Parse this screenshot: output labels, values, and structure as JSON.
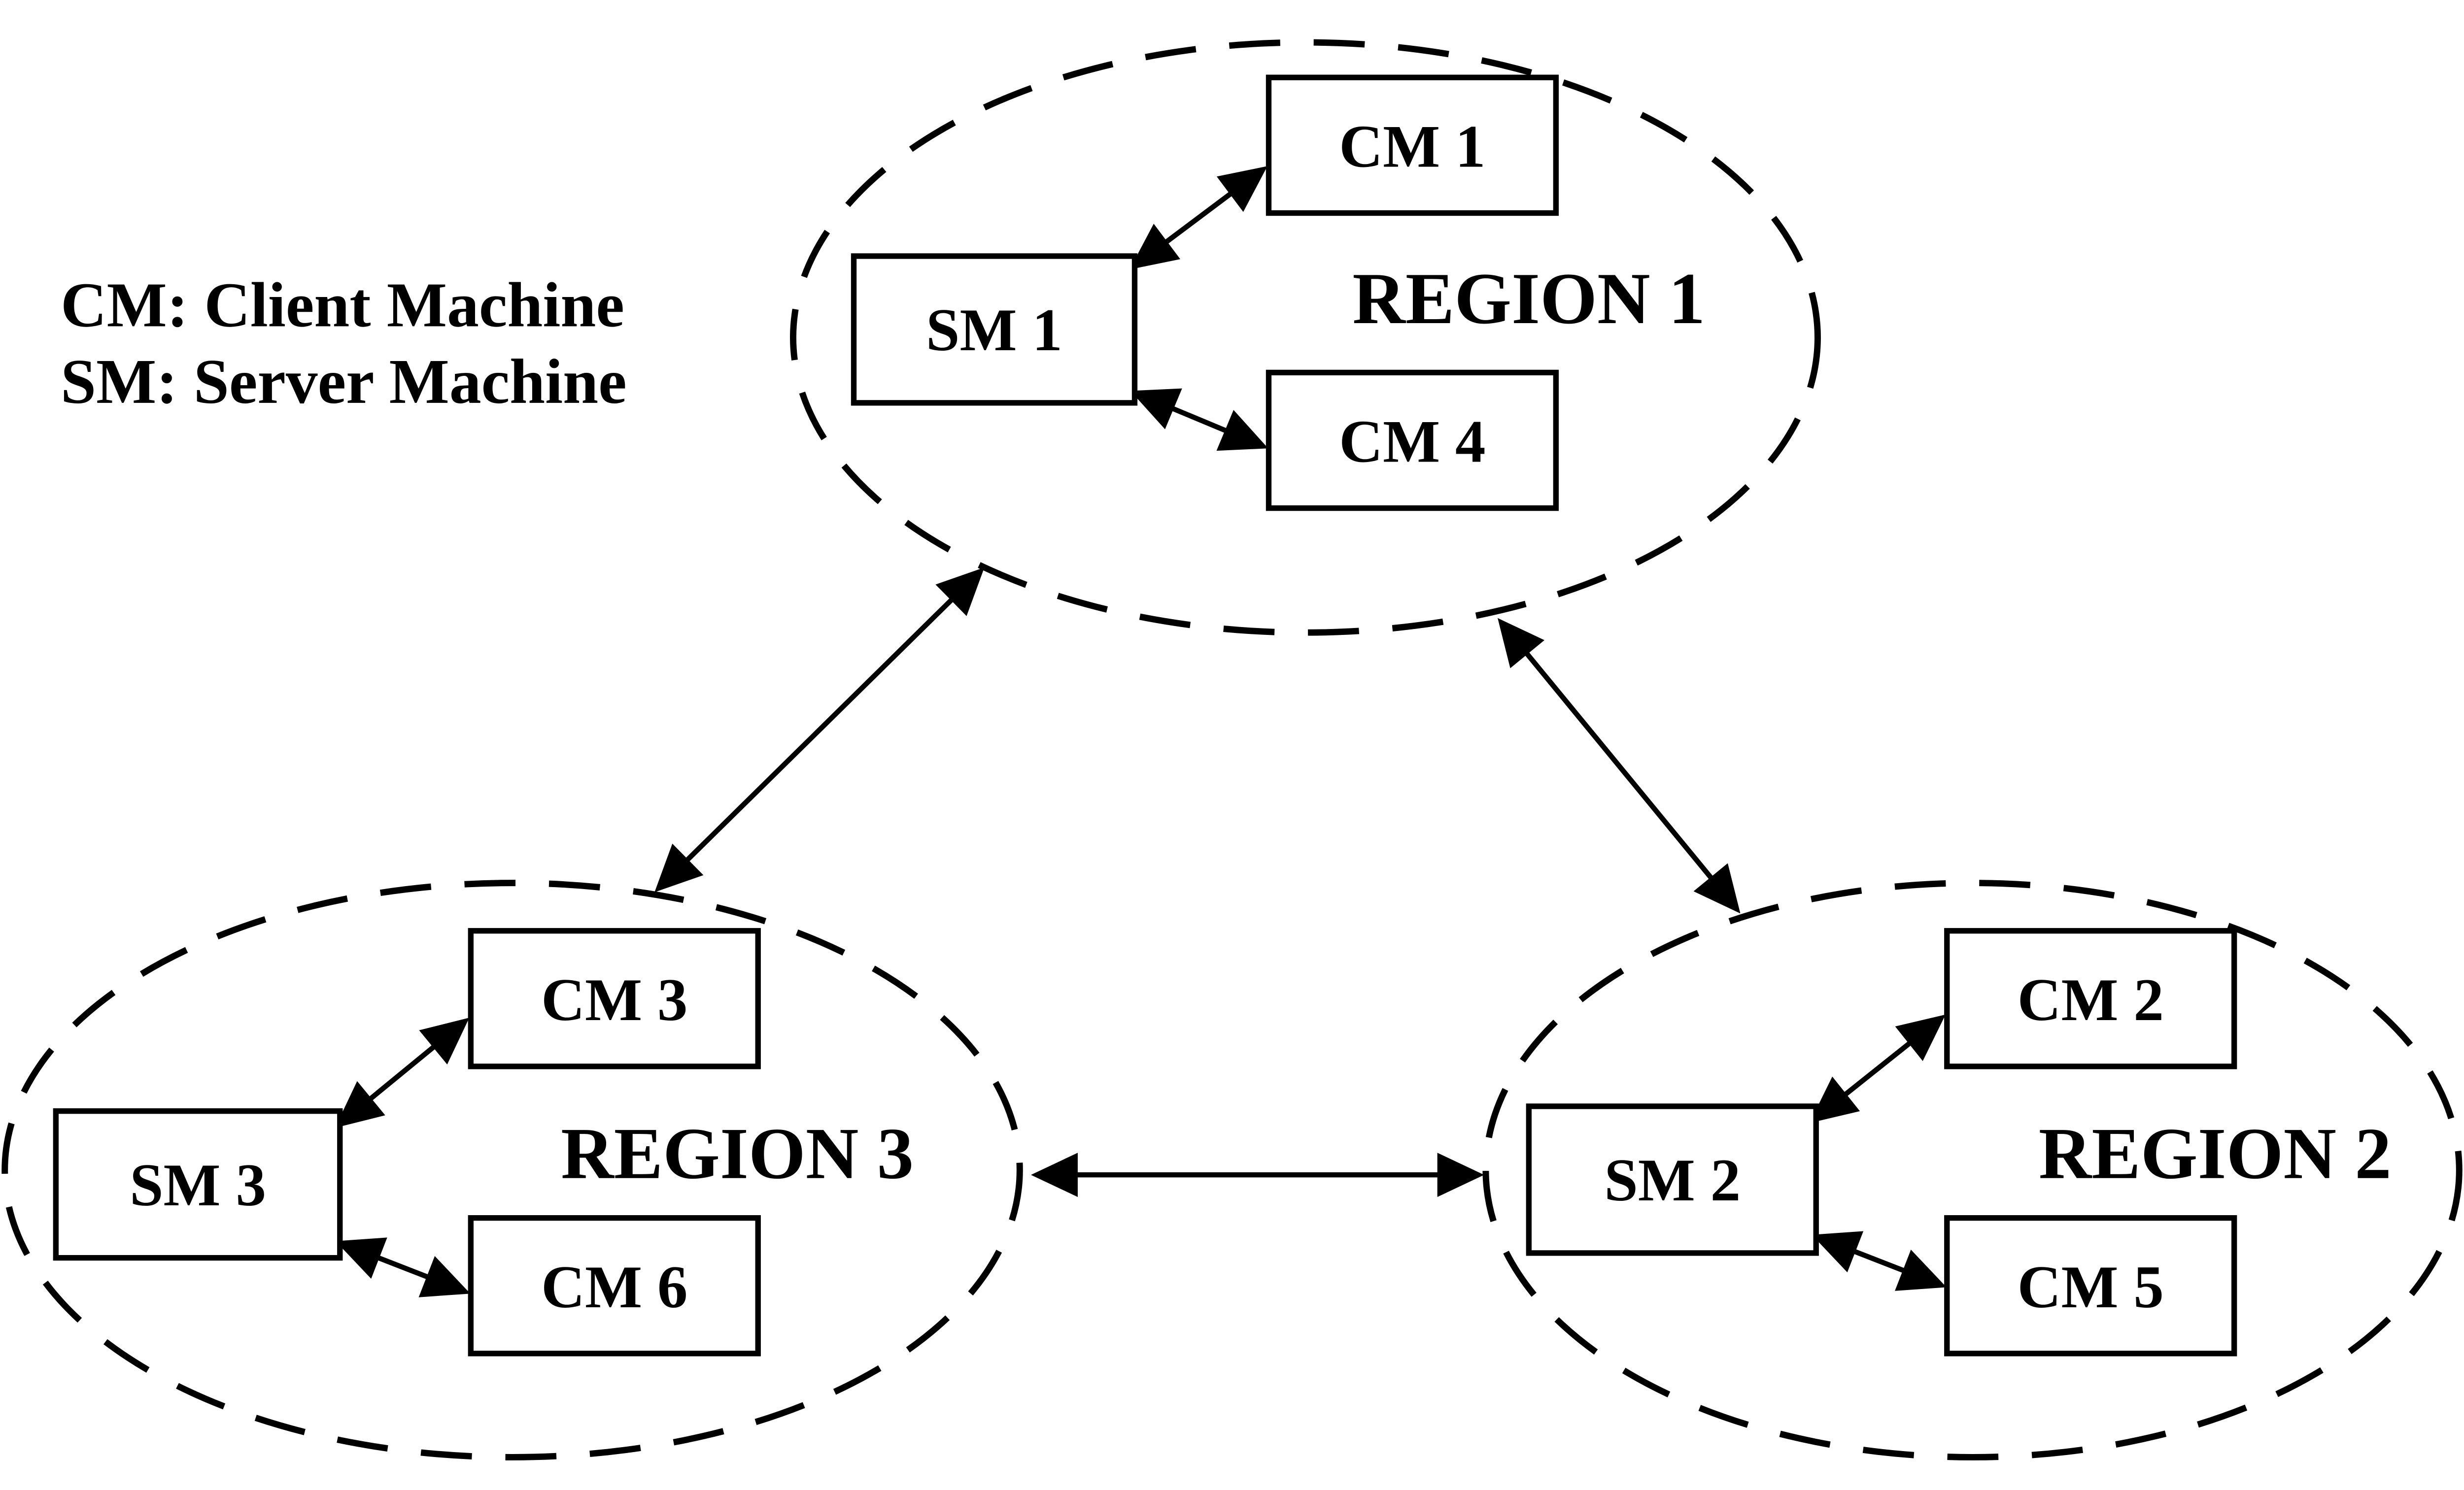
{
  "legend": {
    "lines": [
      "CM: Client Machine",
      "SM: Server Machine"
    ]
  },
  "regions": [
    {
      "label": "REGION 1",
      "server_label": "SM 1",
      "client_labels": [
        "CM 1",
        "CM 4"
      ]
    },
    {
      "label": "REGION 2",
      "server_label": "SM 2",
      "client_labels": [
        "CM 2",
        "CM 5"
      ]
    },
    {
      "label": "REGION 3",
      "server_label": "SM 3",
      "client_labels": [
        "CM 3",
        "CM 6"
      ]
    }
  ],
  "connections": {
    "intra_region": [
      {
        "from": "SM 1",
        "to": "CM 1",
        "type": "bidirectional"
      },
      {
        "from": "SM 1",
        "to": "CM 4",
        "type": "bidirectional"
      },
      {
        "from": "SM 2",
        "to": "CM 2",
        "type": "bidirectional"
      },
      {
        "from": "SM 2",
        "to": "CM 5",
        "type": "bidirectional"
      },
      {
        "from": "SM 3",
        "to": "CM 3",
        "type": "bidirectional"
      },
      {
        "from": "SM 3",
        "to": "CM 6",
        "type": "bidirectional"
      }
    ],
    "inter_region": [
      {
        "from": "REGION 1",
        "to": "REGION 3",
        "type": "bidirectional"
      },
      {
        "from": "REGION 1",
        "to": "REGION 2",
        "type": "bidirectional"
      },
      {
        "from": "REGION 3",
        "to": "REGION 2",
        "type": "bidirectional"
      }
    ]
  },
  "colors": {
    "stroke": "#000000",
    "background": "#ffffff"
  }
}
